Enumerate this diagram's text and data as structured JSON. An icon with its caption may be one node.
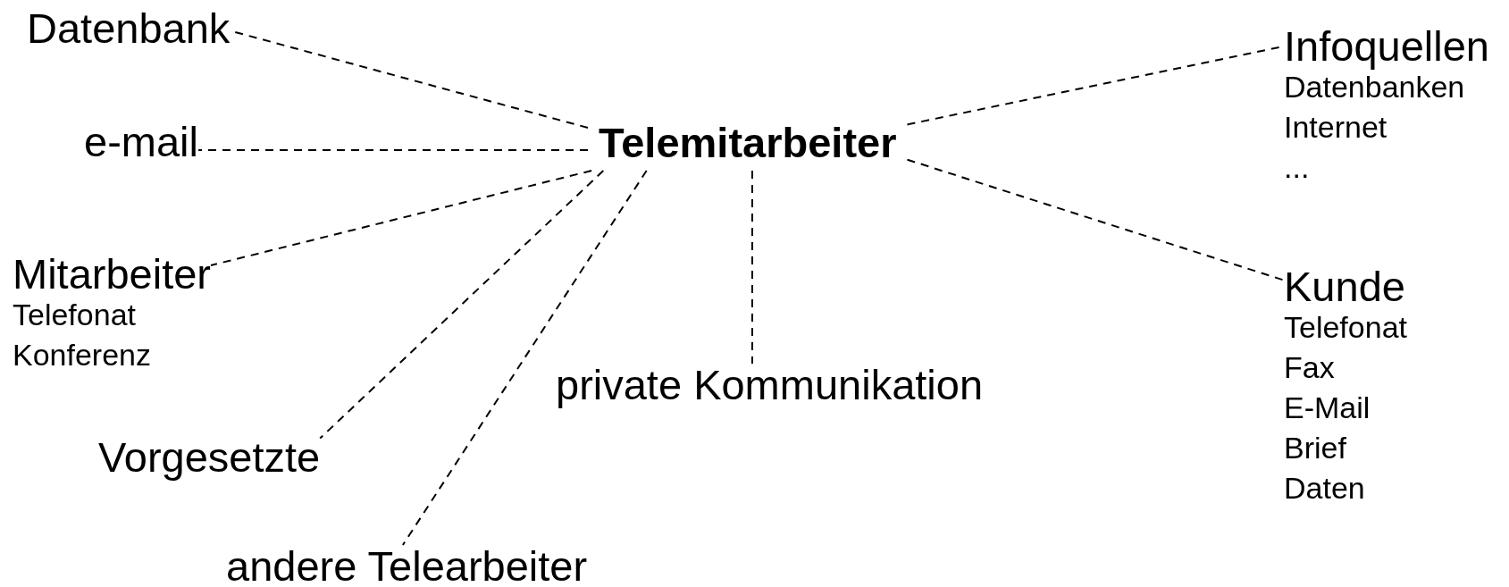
{
  "diagram": {
    "nodes": [
      {
        "text": [
          "Telemitarbeiter"
        ]
      },
      {
        "text": [
          "Datenbank"
        ]
      },
      {
        "text": [
          "e-mail"
        ]
      },
      {
        "text": [
          "Mitarbeiter",
          "Telefonat",
          "Konferenz"
        ]
      },
      {
        "text": [
          "Vorgesetzte"
        ]
      },
      {
        "text": [
          "andere Telearbeiter"
        ]
      },
      {
        "text": [
          "private Kommunikation"
        ]
      },
      {
        "text": [
          "Infoquellen",
          "Datenbanken",
          "Internet",
          "..."
        ]
      },
      {
        "text": [
          "Kunde",
          "Telefonat",
          "Fax",
          "E-Mail",
          "Brief",
          "Daten"
        ]
      }
    ],
    "edges": [
      {
        "from": 0,
        "to": 1,
        "arrow": "none",
        "style": "dashed"
      },
      {
        "from": 0,
        "to": 2,
        "arrow": "none",
        "style": "dashed"
      },
      {
        "from": 0,
        "to": 3,
        "arrow": "none",
        "style": "dashed"
      },
      {
        "from": 0,
        "to": 4,
        "arrow": "none",
        "style": "dashed"
      },
      {
        "from": 0,
        "to": 5,
        "arrow": "none",
        "style": "dashed"
      },
      {
        "from": 0,
        "to": 6,
        "arrow": "none",
        "style": "dashed"
      },
      {
        "from": 0,
        "to": 7,
        "arrow": "none",
        "style": "dashed"
      },
      {
        "from": 0,
        "to": 8,
        "arrow": "none",
        "style": "dashed"
      }
    ]
  }
}
